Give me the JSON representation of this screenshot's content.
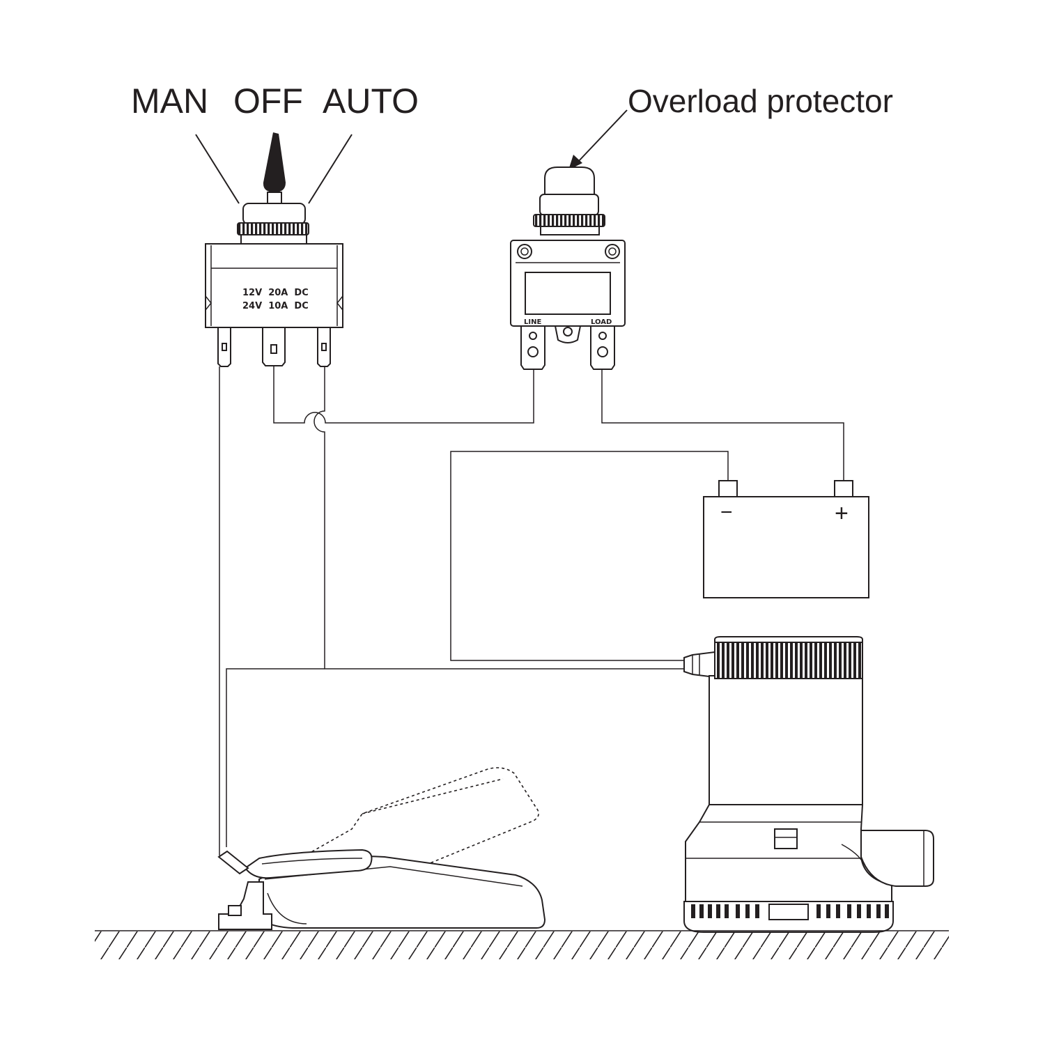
{
  "switch": {
    "positions": [
      "MAN",
      "OFF",
      "AUTO"
    ],
    "rating_line_1": "12V  20A  DC",
    "rating_line_2": "24V  10A  DC"
  },
  "protector": {
    "label": "Overload protector",
    "terminal_line": "LINE",
    "terminal_load": "LOAD"
  },
  "battery": {
    "negative": "−",
    "positive": "+"
  },
  "colors": {
    "ink": "#231f20",
    "background": "#ffffff"
  }
}
